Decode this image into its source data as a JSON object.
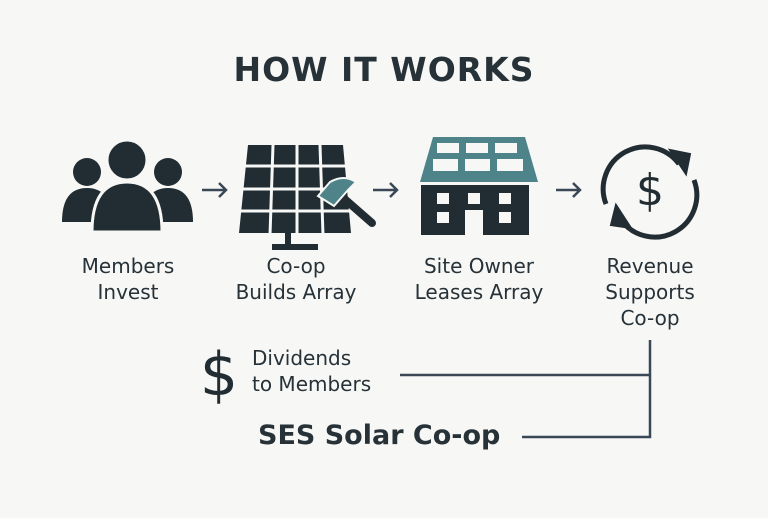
{
  "title": "HOW IT WORKS",
  "steps": [
    {
      "icon": "people-icon",
      "line1": "Members",
      "line2": "Invest"
    },
    {
      "icon": "solar-panel-hammer-icon",
      "line1": "Co-op",
      "line2": "Builds Array"
    },
    {
      "icon": "house-solar-roof-icon",
      "line1": "Site Owner",
      "line2": "Leases Array"
    },
    {
      "icon": "dollar-cycle-icon",
      "line1": "Revenue",
      "line2": "Supports",
      "line3": "Co-op"
    }
  ],
  "dividends": {
    "icon": "dollar-icon",
    "line1": "Dividends",
    "line2": "to Members"
  },
  "org_name": "SES Solar Co-op",
  "colors": {
    "dark": "#222d33",
    "teal": "#4e8489",
    "background": "#f7f7f5",
    "connector": "#3a4756"
  }
}
